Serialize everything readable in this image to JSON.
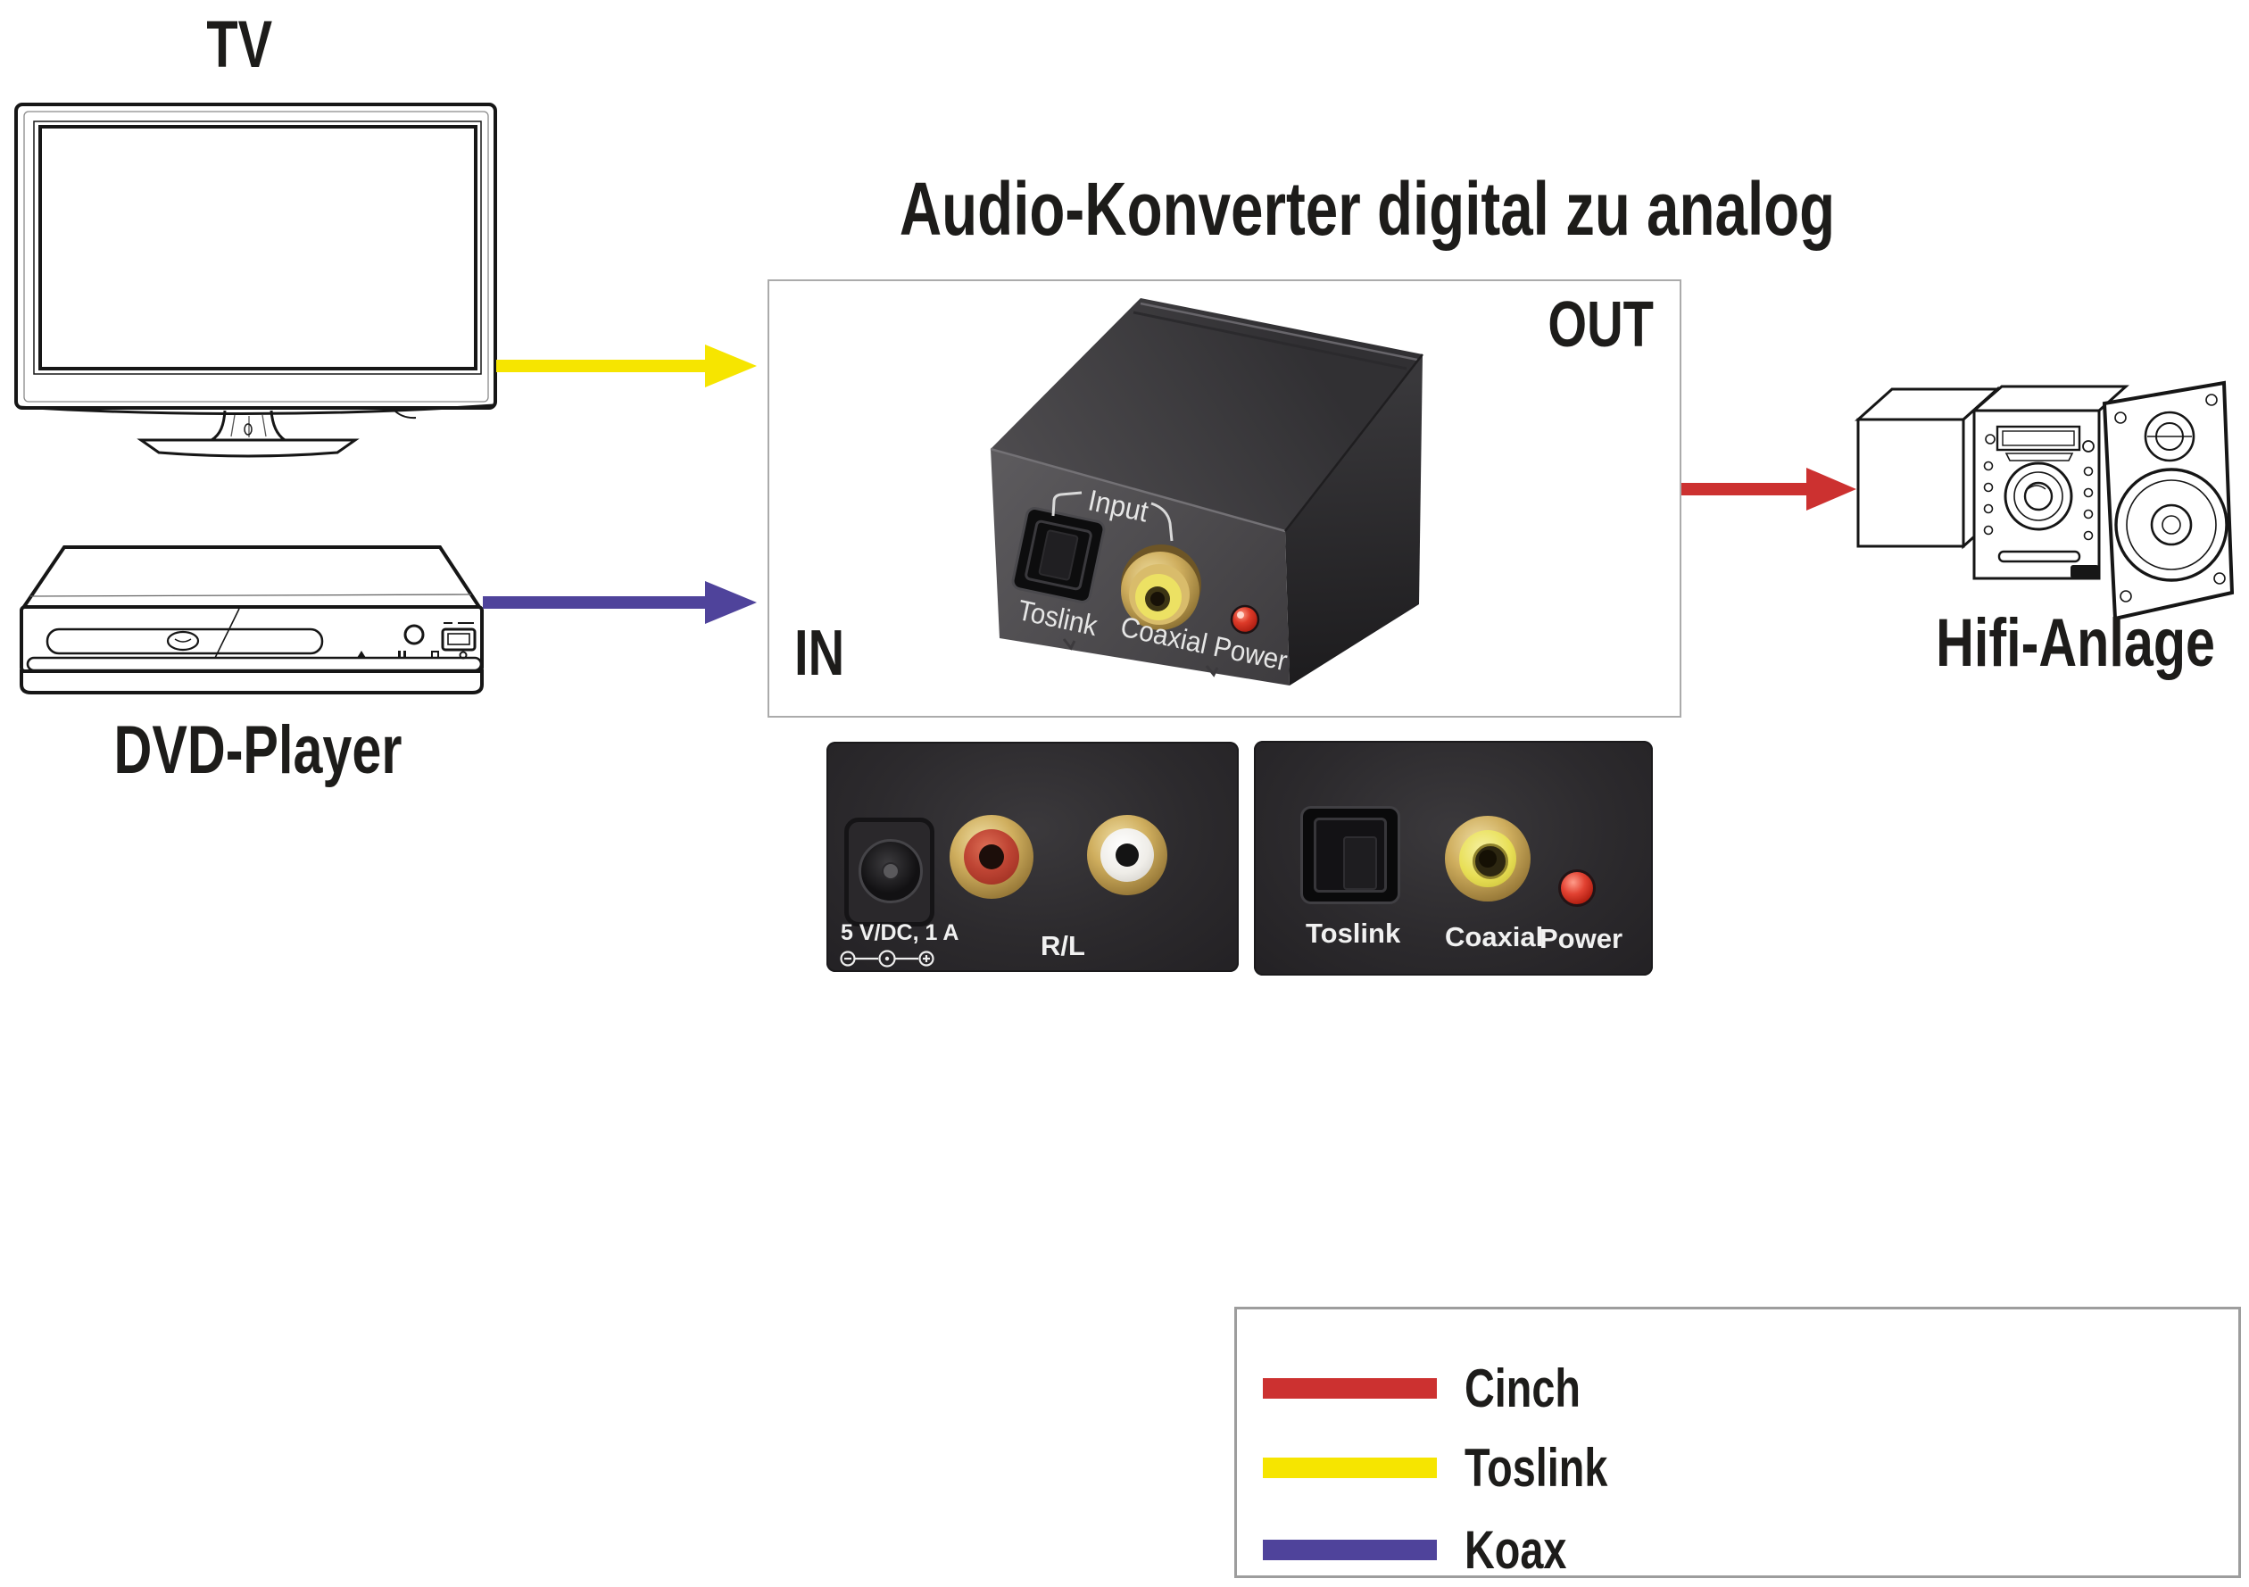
{
  "title": "Audio-Konverter digital zu analog",
  "devices": {
    "tv": {
      "label": "TV"
    },
    "dvd": {
      "label": "DVD-Player"
    },
    "hifi": {
      "label": "Hifi-Anlage"
    }
  },
  "converter_box": {
    "in_label": "IN",
    "out_label": "OUT",
    "device_labels": {
      "input": "Input",
      "toslink": "Toslink",
      "coaxial_power": "Coaxial Power"
    }
  },
  "rear_panel": {
    "power_spec": "5 V/DC, 1 A",
    "channels": "R/L"
  },
  "front_panel": {
    "toslink": "Toslink",
    "coaxial": "Coaxial",
    "power": "Power"
  },
  "legend": {
    "items": [
      {
        "label": "Cinch",
        "color": "#cc3130"
      },
      {
        "label": "Toslink",
        "color": "#f6e500"
      },
      {
        "label": "Koax",
        "color": "#4f439b"
      }
    ]
  },
  "connections": [
    {
      "from": "TV",
      "to": "Audio-Konverter",
      "type": "Toslink",
      "color": "#f6e500"
    },
    {
      "from": "DVD-Player",
      "to": "Audio-Konverter",
      "type": "Koax",
      "color": "#4f439b"
    },
    {
      "from": "Audio-Konverter",
      "to": "Hifi-Anlage",
      "type": "Cinch",
      "color": "#cc3130"
    }
  ]
}
